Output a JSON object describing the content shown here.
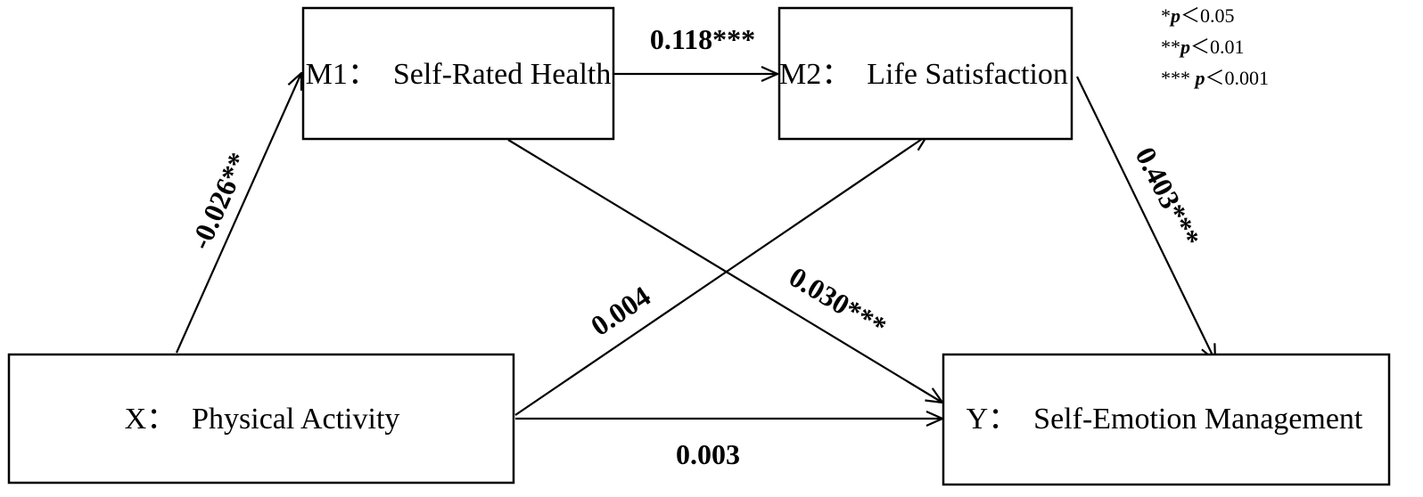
{
  "nodes": {
    "x": {
      "label": "X：  Physical Activity"
    },
    "m1": {
      "label": "M1：  Self-Rated Health"
    },
    "m2": {
      "label": "M2：  Life Satisfaction"
    },
    "y": {
      "label": "Y：  Self-Emotion Management"
    }
  },
  "paths": {
    "x_m1": "-0.026**",
    "m1_m2": "0.118***",
    "m2_y": "0.403***",
    "m1_y": "0.030***",
    "x_m2": "0.004",
    "x_y": "0.003"
  },
  "legend": [
    {
      "stars": "*",
      "p": "p",
      "rest": "＜0.05"
    },
    {
      "stars": "**",
      "p": "p",
      "rest": "＜0.01"
    },
    {
      "stars": "*** ",
      "p": "p",
      "rest": "＜0.001"
    }
  ]
}
